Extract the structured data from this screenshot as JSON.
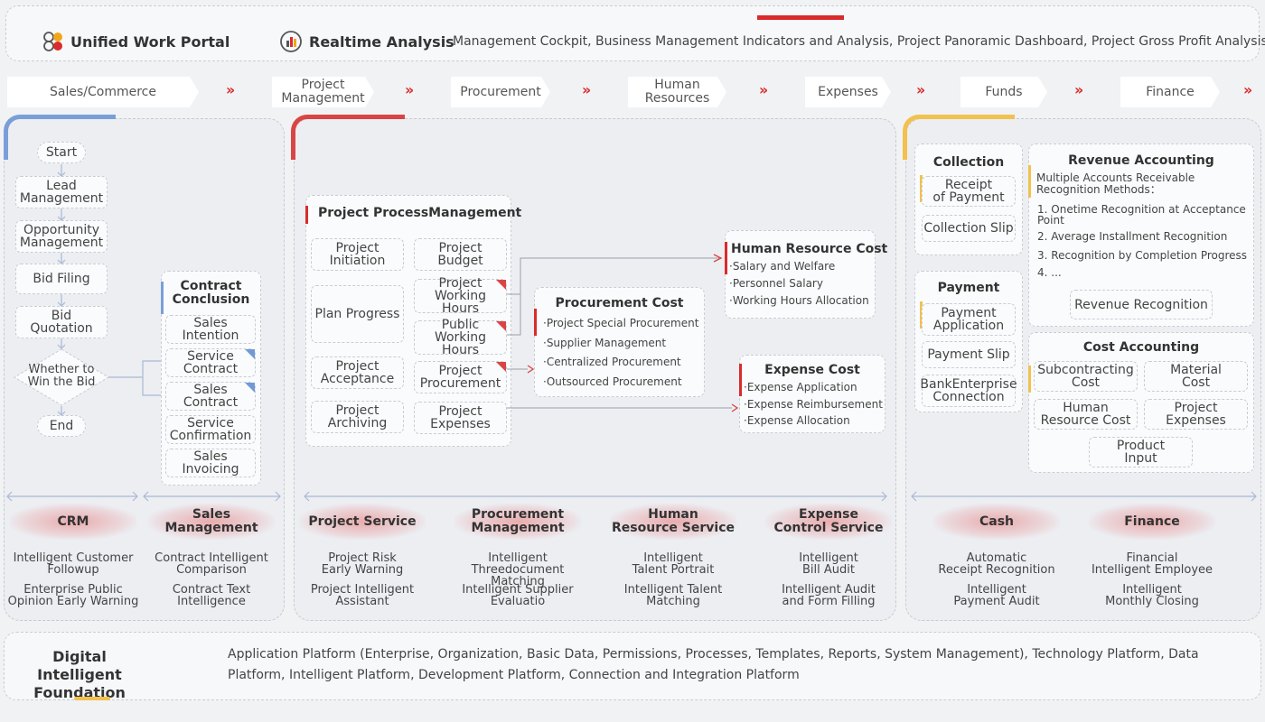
{
  "header": {
    "portal_title": "Unified Work Portal",
    "realtime_title": "Realtime Analysis",
    "realtime_items": "Management Cockpit, Business Management Indicators and Analysis, Project Panoramic Dashboard, Project Gross Profit Analysis"
  },
  "stages": [
    "Sales/Commerce",
    "Project\nManagement",
    "Procurement",
    "Human\nResources",
    "Expenses",
    "Funds",
    "Finance"
  ],
  "stage_sep": "››",
  "sales": {
    "flow": [
      "Start",
      "Lead\nManagement",
      "Opportunity\nManagement",
      "Bid Filing",
      "Bid\nQuotation",
      "Whether to\nWin the Bid",
      "End"
    ],
    "contract_title": "Contract\nConclusion",
    "contract_items": [
      "Sales\nIntention",
      "Service\nContract",
      "Sales\nContract",
      "Service\nConfirmation",
      "Sales\nInvoicing"
    ]
  },
  "project": {
    "pm_title": "Project ProcessManagement",
    "pm_left": [
      "Project\nInitiation",
      "Plan Progress",
      "Project\nAcceptance",
      "Project\nArchiving"
    ],
    "pm_right": [
      "Project\nBudget",
      "Project\nWorking Hours",
      "Public\nWorking Hours",
      "Project\nProcurement",
      "Project\nExpenses"
    ],
    "hr_cost": {
      "title": "Human Resource Cost",
      "items": [
        "·Salary and Welfare",
        "·Personnel Salary",
        "·Working Hours Allocation"
      ]
    },
    "proc_cost": {
      "title": "Procurement Cost",
      "items": [
        "·Project Special Procurement",
        "·Supplier Management",
        "·Centralized Procurement",
        "·Outsourced Procurement"
      ]
    },
    "exp_cost": {
      "title": "Expense Cost",
      "items": [
        "·Expense Application",
        "·Expense Reimbursement",
        "·Expense Allocation"
      ]
    }
  },
  "finance": {
    "collection_title": "Collection",
    "collection_items": [
      "Receipt\nof Payment",
      "Collection Slip"
    ],
    "payment_title": "Payment",
    "payment_items": [
      "Payment\nApplication",
      "Payment Slip",
      "BankEnterprise\nConnection"
    ],
    "revenue_title": "Revenue Accounting",
    "revenue_subtitle": "Multiple Accounts Receivable\nRecognition Methods：",
    "revenue_list": [
      "1. Onetime Recognition at Acceptance\n    Point",
      "2. Average Installment Recognition",
      "3. Recognition by Completion Progress",
      "4. ..."
    ],
    "revenue_button": "Revenue Recognition",
    "cost_title": "Cost Accounting",
    "cost_items": [
      "Subcontracting\nCost",
      "Material\nCost",
      "Human\nResource Cost",
      "Project\nExpenses",
      "Product\nInput"
    ]
  },
  "services": [
    {
      "title": "CRM",
      "items": [
        "Intelligent Customer\nFollowup",
        "Enterprise Public\nOpinion Early Warning"
      ]
    },
    {
      "title": "Sales\nManagement",
      "items": [
        "Contract Intelligent\nComparison",
        "Contract Text\nIntelligence"
      ]
    },
    {
      "title": "Project Service",
      "items": [
        "Project Risk\nEarly Warning",
        "Project Intelligent\nAssistant"
      ]
    },
    {
      "title": "Procurement\nManagement",
      "items": [
        "Intelligent Threedocument\nMatching",
        "Intelligent Supplier\nEvaluatio"
      ]
    },
    {
      "title": "Human\nResource Service",
      "items": [
        "Intelligent\nTalent Portrait",
        "Intelligent Talent\nMatching"
      ]
    },
    {
      "title": "Expense\nControl Service",
      "items": [
        "Intelligent\nBill Audit",
        "Intelligent Audit\nand Form Filling"
      ]
    },
    {
      "title": "Cash",
      "items": [
        "Automatic\nReceipt Recognition",
        "Intelligent\nPayment Audit"
      ]
    },
    {
      "title": "Finance",
      "items": [
        "Financial\nIntelligent Employee",
        "Intelligent\nMonthly Closing"
      ]
    }
  ],
  "foundation": {
    "title": "Digital Intelligent\nFoundation",
    "text": "Application Platform (Enterprise, Organization, Basic Data, Permissions, Processes, Templates, Reports, System Management), Technology Platform, Data Platform, Intelligent Platform, Development Platform, Connection and Integration Platform"
  },
  "colors": {
    "accent_red": "#d92b2b",
    "accent_blue": "#7a9fd8",
    "accent_yellow": "#f2c14e"
  }
}
